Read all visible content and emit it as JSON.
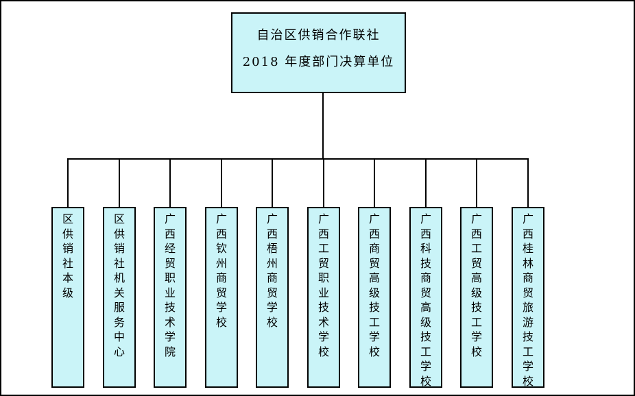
{
  "chart": {
    "type": "org-chart",
    "root": {
      "line1": "自治区供销合作联社",
      "line2": "2018 年度部门决算单位"
    },
    "children": [
      {
        "label": "区供销社本级"
      },
      {
        "label": "区供销社机关服务中心"
      },
      {
        "label": "广西经贸职业技术学院"
      },
      {
        "label": "广西钦州商贸学校"
      },
      {
        "label": "广西梧州商贸学校"
      },
      {
        "label": "广西工贸职业技术学校"
      },
      {
        "label": "广西商贸高级技工学校"
      },
      {
        "label": "广西科技商贸高级技工学校"
      },
      {
        "label": "广西工贸高级技工学校"
      },
      {
        "label": "广西桂林商贸旅游技工学校"
      }
    ],
    "colors": {
      "box_fill": "#caf4f8",
      "box_border": "#000000",
      "connector": "#000000",
      "background": "#ffffff",
      "text": "#000000"
    }
  }
}
